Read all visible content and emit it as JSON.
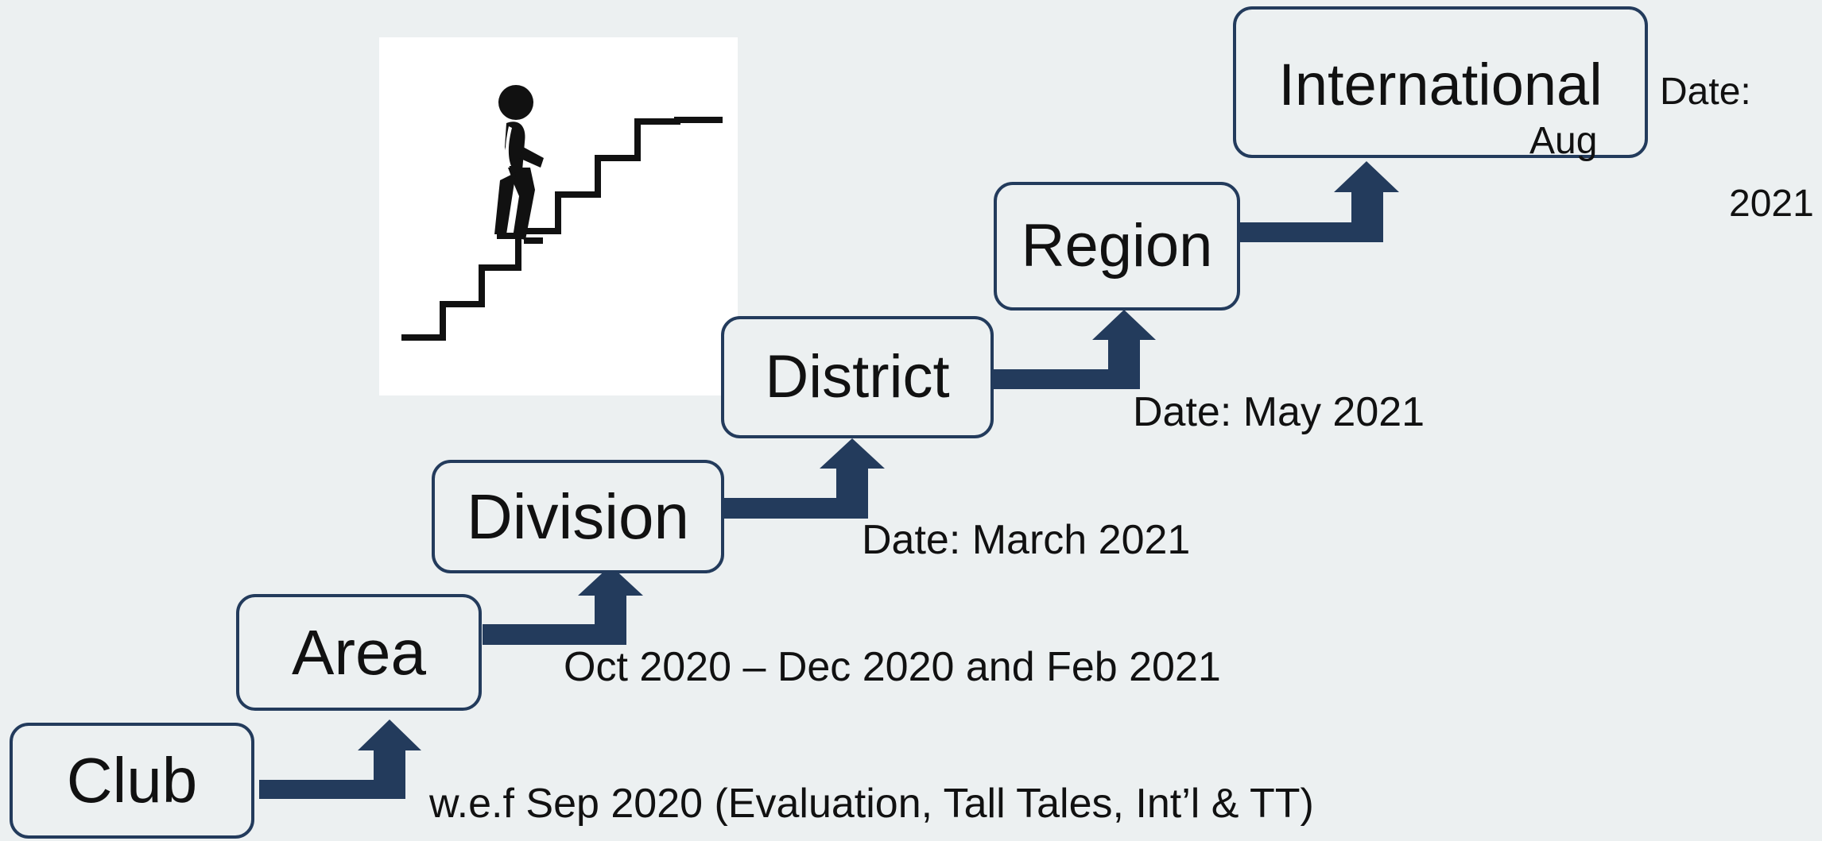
{
  "stages": [
    {
      "id": "club",
      "label": "Club"
    },
    {
      "id": "area",
      "label": "Area"
    },
    {
      "id": "division",
      "label": "Division"
    },
    {
      "id": "district",
      "label": "District"
    },
    {
      "id": "region",
      "label": "Region"
    },
    {
      "id": "international",
      "label": "International"
    }
  ],
  "notes": {
    "club": "w.e.f Sep 2020 (Evaluation, Tall Tales, Int’l & TT)",
    "area": "Oct 2020 – Dec 2020 and Feb 2021",
    "division": "Date: March 2021",
    "district": "Date: May 2021",
    "international_date_label": "Date:",
    "international_month": "Aug",
    "international_year": "2021"
  },
  "illustration": {
    "icon": "person-climbing-stairs-icon"
  },
  "colors": {
    "accent": "#233b5c",
    "background": "#ecf0f1"
  }
}
